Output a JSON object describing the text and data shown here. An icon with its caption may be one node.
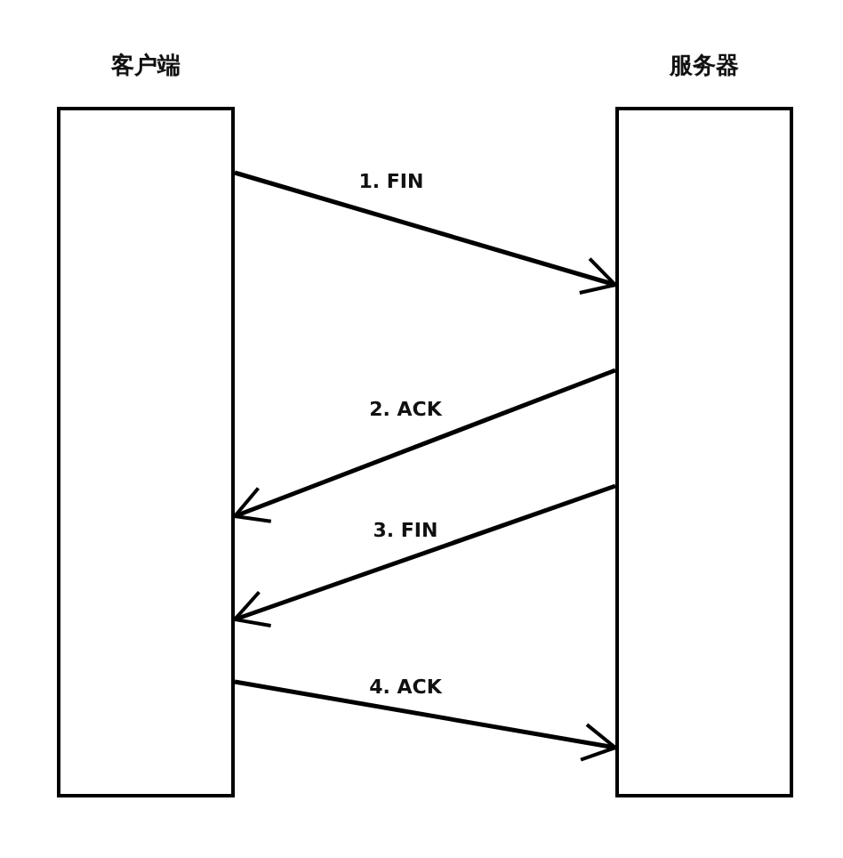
{
  "diagram": {
    "nodes": [
      {
        "text": [
          "客户端"
        ]
      },
      {
        "text": [
          "服务器"
        ]
      }
    ],
    "edges": [
      {
        "from": 0,
        "to": 1,
        "arrow": "to",
        "label": "1. FIN"
      },
      {
        "from": 1,
        "to": 0,
        "arrow": "to",
        "label": "2. ACK"
      },
      {
        "from": 1,
        "to": 0,
        "arrow": "to",
        "label": "3. FIN"
      },
      {
        "from": 0,
        "to": 1,
        "arrow": "to",
        "label": "4. ACK"
      }
    ]
  }
}
